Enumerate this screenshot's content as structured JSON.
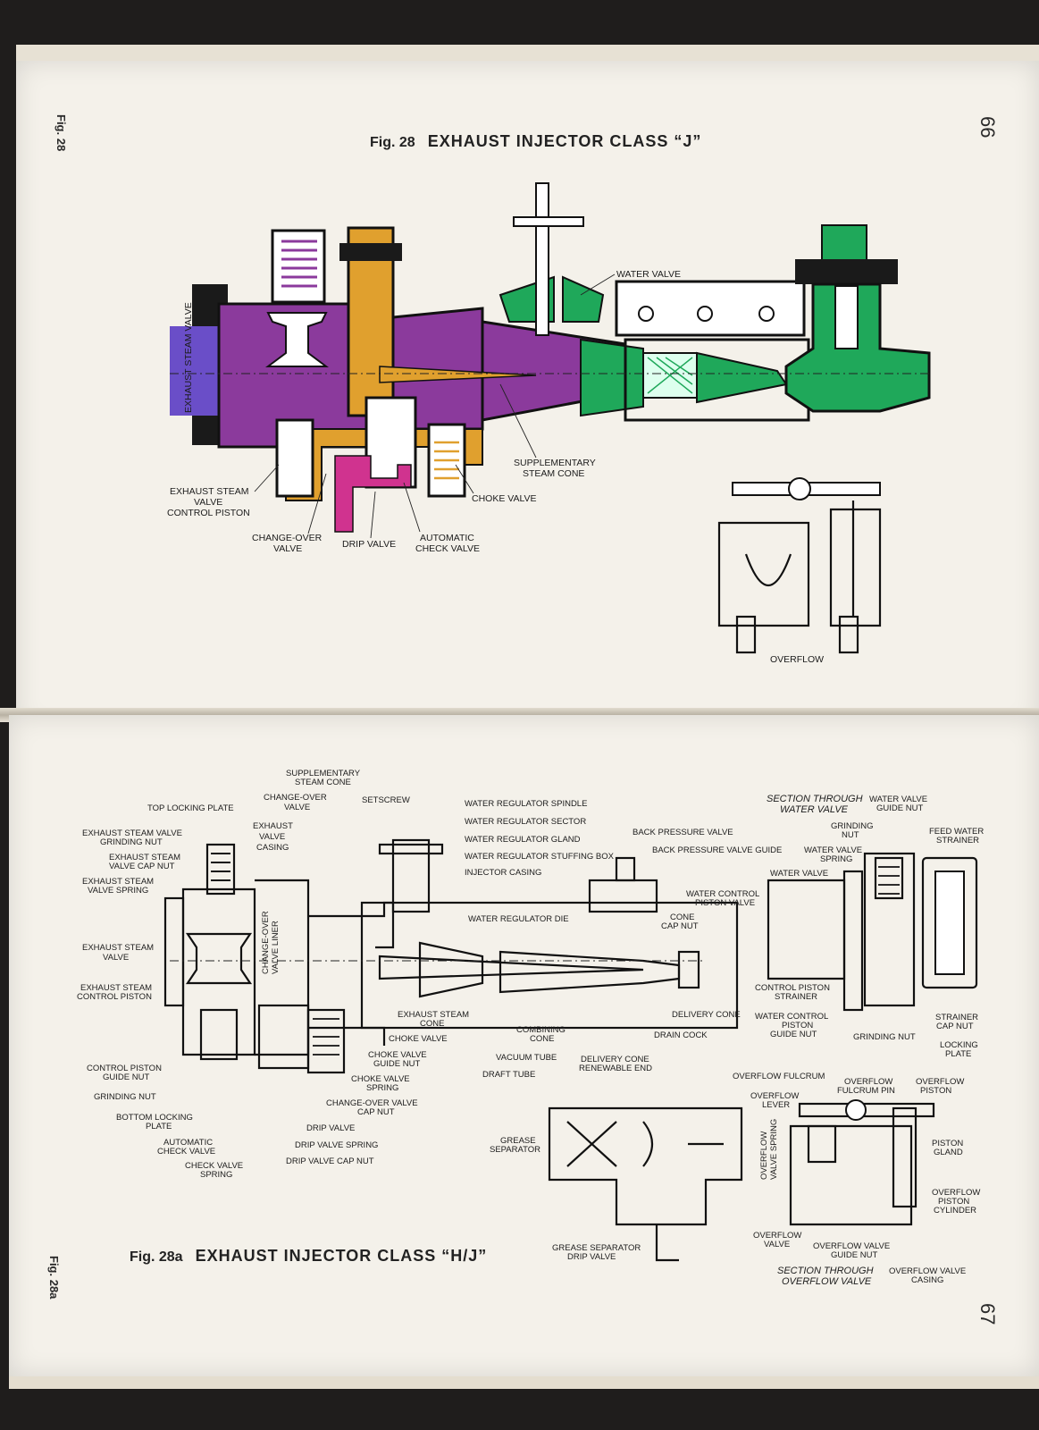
{
  "top_page": {
    "side_label": "Fig. 28",
    "page_number": "66",
    "figure_number": "Fig. 28",
    "figure_title": "EXHAUST INJECTOR CLASS “J”",
    "labels": {
      "exhaust_steam_valve": "EXHAUST STEAM VALVE",
      "water_valve": "WATER VALVE",
      "exhaust_steam_control_piston": [
        "EXHAUST STEAM",
        "VALVE",
        "CONTROL PISTON"
      ],
      "supplementary_steam_cone": [
        "SUPPLEMENTARY",
        "STEAM CONE"
      ],
      "choke_valve": "CHOKE VALVE",
      "change_over_valve": [
        "CHANGE-OVER",
        "VALVE"
      ],
      "drip_valve": "DRIP VALVE",
      "automatic_check_valve": [
        "AUTOMATIC",
        "CHECK VALVE"
      ],
      "overflow": "OVERFLOW"
    },
    "colors": {
      "steam_purple": "#8b3a9c",
      "exhaust_blue": "#6a4ec8",
      "orange": "#e0a02e",
      "green": "#1fa85a",
      "pink": "#d0338f"
    }
  },
  "bottom_page": {
    "side_label": "Fig. 28a",
    "page_number": "67",
    "figure_number": "Fig. 28a",
    "figure_title": "EXHAUST INJECTOR CLASS “H/J”",
    "labels": {
      "supplementary_steam_cone": [
        "SUPPLEMENTARY",
        "STEAM CONE"
      ],
      "change_over_valve": [
        "CHANGE-OVER",
        "VALVE"
      ],
      "setscrew": "SETSCREW",
      "top_locking_plate": "TOP LOCKING PLATE",
      "exhaust_steam_valve_grinding_nut": [
        "EXHAUST STEAM VALVE",
        "GRINDING NUT"
      ],
      "exhaust_valve_casing": [
        "EXHAUST",
        "VALVE",
        "CASING"
      ],
      "exhaust_steam_valve_cap_nut": [
        "EXHAUST STEAM",
        "VALVE CAP NUT"
      ],
      "exhaust_steam_valve_spring": [
        "EXHAUST STEAM",
        "VALVE SPRING"
      ],
      "change_over_valve_liner": [
        "CHANGE-OVER",
        "VALVE LINER"
      ],
      "exhaust_steam_valve": [
        "EXHAUST STEAM",
        "VALVE"
      ],
      "exhaust_steam_control_piston": [
        "EXHAUST STEAM",
        "CONTROL PISTON"
      ],
      "water_regulator_spindle": "WATER REGULATOR SPINDLE",
      "water_regulator_sector": "WATER REGULATOR SECTOR",
      "water_regulator_gland": "WATER REGULATOR GLAND",
      "water_regulator_stuffing_box": "WATER REGULATOR STUFFING BOX",
      "injector_casing": "INJECTOR CASING",
      "water_regulator_die": "WATER REGULATOR DIE",
      "back_pressure_valve": "BACK PRESSURE VALVE",
      "back_pressure_valve_guide": "BACK PRESSURE VALVE GUIDE",
      "cone_cap_nut": [
        "CONE",
        "CAP NUT"
      ],
      "exhaust_steam_cone": [
        "EXHAUST STEAM",
        "CONE"
      ],
      "choke_valve": "CHOKE VALVE",
      "combining_cone": [
        "COMBINING",
        "CONE"
      ],
      "vacuum_tube": "VACUUM TUBE",
      "draft_tube": "DRAFT TUBE",
      "delivery_cone_renewable_end": [
        "DELIVERY CONE",
        "RENEWABLE END"
      ],
      "delivery_cone": "DELIVERY CONE",
      "drain_cock": "DRAIN COCK",
      "choke_valve_guide_nut": [
        "CHOKE VALVE",
        "GUIDE NUT"
      ],
      "choke_valve_spring": [
        "CHOKE VALVE",
        "SPRING"
      ],
      "change_over_valve_cap_nut": [
        "CHANGE-OVER VALVE",
        "CAP NUT"
      ],
      "drip_valve": "DRIP VALVE",
      "drip_valve_spring": "DRIP VALVE SPRING",
      "drip_valve_cap_nut": "DRIP VALVE CAP NUT",
      "control_piston_guide_nut": [
        "CONTROL PISTON",
        "GUIDE NUT"
      ],
      "grinding_nut": "GRINDING NUT",
      "bottom_locking_plate": [
        "BOTTOM LOCKING",
        "PLATE"
      ],
      "automatic_check_valve": [
        "AUTOMATIC",
        "CHECK VALVE"
      ],
      "check_valve_spring": [
        "CHECK VALVE",
        "SPRING"
      ],
      "section_through_water_valve": [
        "SECTION THROUGH",
        "WATER VALVE"
      ],
      "water_valve_guide_nut": [
        "WATER VALVE",
        "GUIDE NUT"
      ],
      "grinding_nut_2": [
        "GRINDING",
        "NUT"
      ],
      "feed_water_strainer": [
        "FEED WATER",
        "STRAINER"
      ],
      "water_valve_spring": [
        "WATER VALVE",
        "SPRING"
      ],
      "water_valve": "WATER VALVE",
      "water_control_piston_valve": [
        "WATER CONTROL",
        "PISTON VALVE"
      ],
      "control_piston_strainer": [
        "CONTROL PISTON",
        "STRAINER"
      ],
      "water_control_piston_guide_nut": [
        "WATER CONTROL",
        "PISTON",
        "GUIDE NUT"
      ],
      "grinding_nut_3": "GRINDING NUT",
      "strainer_cap_nut": [
        "STRAINER",
        "CAP NUT"
      ],
      "locking_plate": [
        "LOCKING",
        "PLATE"
      ],
      "overflow_fulcrum": "OVERFLOW FULCRUM",
      "overflow_lever": [
        "OVERFLOW",
        "LEVER"
      ],
      "overflow_fulcrum_pin": [
        "OVERFLOW",
        "FULCRUM PIN"
      ],
      "overflow_piston": [
        "OVERFLOW",
        "PISTON"
      ],
      "grease_separator": [
        "GREASE",
        "SEPARATOR"
      ],
      "overflow_valve_spring": [
        "OVERFLOW",
        "VALVE SPRING"
      ],
      "piston_gland": [
        "PISTON",
        "GLAND"
      ],
      "overflow_piston_cylinder": [
        "OVERFLOW",
        "PISTON",
        "CYLINDER"
      ],
      "overflow_valve": [
        "OVERFLOW",
        "VALVE"
      ],
      "overflow_valve_guide_nut": [
        "OVERFLOW VALVE",
        "GUIDE NUT"
      ],
      "grease_separator_drip_valve": [
        "GREASE SEPARATOR",
        "DRIP VALVE"
      ],
      "section_through_overflow_valve": [
        "SECTION THROUGH",
        "OVERFLOW VALVE"
      ],
      "overflow_valve_casing": [
        "OVERFLOW VALVE",
        "CASING"
      ]
    }
  }
}
